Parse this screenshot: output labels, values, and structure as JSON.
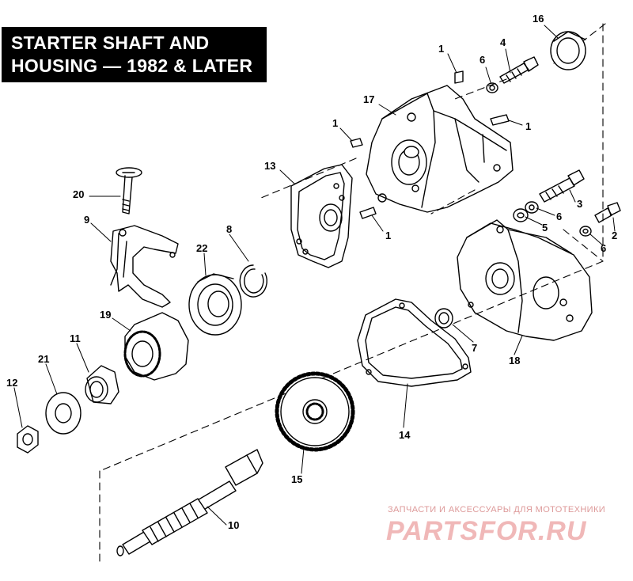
{
  "title": {
    "line1": "STARTER SHAFT AND",
    "line2": "HOUSING — 1982 & LATER"
  },
  "callouts": {
    "c1a": "1",
    "c1b": "1",
    "c1c": "1",
    "c1d": "1",
    "c2": "2",
    "c3": "3",
    "c4": "4",
    "c5": "5",
    "c6a": "6",
    "c6b": "6",
    "c6c": "6",
    "c7": "7",
    "c8": "8",
    "c9": "9",
    "c10": "10",
    "c11": "11",
    "c12": "12",
    "c13": "13",
    "c14": "14",
    "c15": "15",
    "c16": "16",
    "c17": "17",
    "c18": "18",
    "c19": "19",
    "c20": "20",
    "c21": "21",
    "c22": "22"
  },
  "watermark": {
    "tagline": "ЗАПЧАСТИ И АКСЕССУАРЫ ДЛЯ МОТОТЕХНИКИ",
    "logo": "PARTSFOR.RU"
  }
}
